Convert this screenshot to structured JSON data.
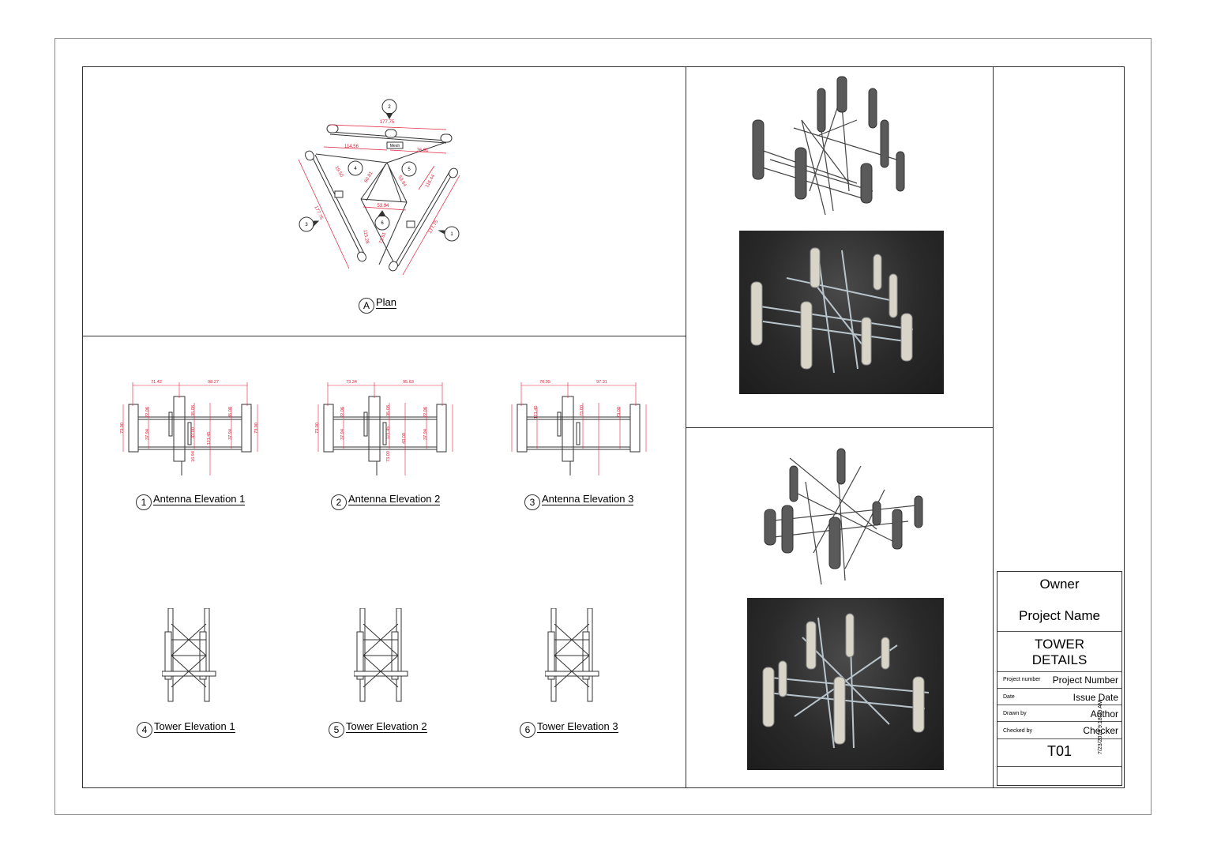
{
  "plan": {
    "marker": "A",
    "title": "Plan",
    "dims": [
      "177.75",
      "114.56",
      "76.91",
      "177.75",
      "177.75",
      "116.44",
      "53.94",
      "19.50",
      "60.81",
      "53.94",
      "115.28",
      "73.51"
    ],
    "callouts": [
      "1",
      "2",
      "3",
      "4",
      "5",
      "6"
    ],
    "tag": "Mesh"
  },
  "elevations": [
    {
      "num": "1",
      "title": "Antenna Elevation 1",
      "dims": [
        "71.42",
        "98.27",
        "22.06",
        "35.08",
        "35.08",
        "37.94",
        "43.00",
        "121.45",
        "37.94",
        "16.94",
        "73.00",
        "73.00"
      ]
    },
    {
      "num": "2",
      "title": "Antenna Elevation 2",
      "dims": [
        "73.34",
        "95.63",
        "22.06",
        "35.08",
        "22.06",
        "37.94",
        "121.45",
        "43.00",
        "37.94",
        "73.00",
        "73.00"
      ]
    },
    {
      "num": "3",
      "title": "Antenna Elevation 3",
      "dims": [
        "70.95",
        "97.31",
        "121.45",
        "73.00",
        "73.00"
      ]
    }
  ],
  "towers": [
    {
      "num": "4",
      "title": "Tower Elevation 1"
    },
    {
      "num": "5",
      "title": "Tower Elevation 2"
    },
    {
      "num": "6",
      "title": "Tower Elevation 3"
    }
  ],
  "titleblock": {
    "owner": "Owner",
    "project_name": "Project Name",
    "sheet_title_1": "TOWER",
    "sheet_title_2": "DETAILS",
    "project_number_label": "Project number",
    "project_number": "Project Number",
    "date_label": "Date",
    "date": "Issue Date",
    "drawn_by_label": "Drawn by",
    "drawn_by": "Author",
    "checked_by_label": "Checked by",
    "checked_by": "Checker",
    "sheet_number": "T01",
    "timestamp": "7/23/2018 9:18:39 AM"
  },
  "colors": {
    "dimension": "#e0203a",
    "line": "#333333"
  }
}
